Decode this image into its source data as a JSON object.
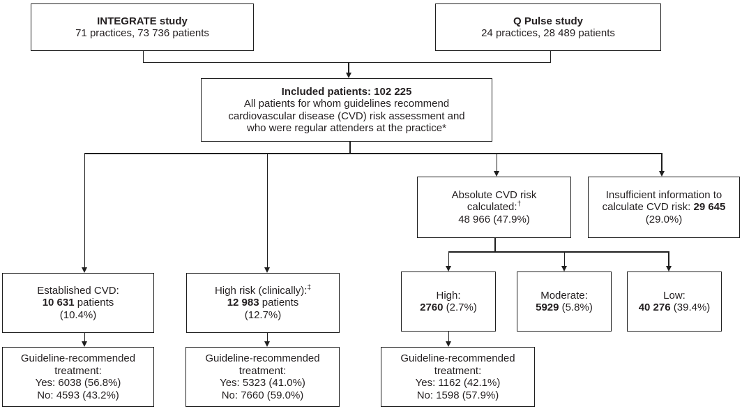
{
  "figure_type": "study-flow-diagram",
  "colors": {
    "line": "#1f1f1f",
    "text": "#231f20",
    "box_background": "#ffffff",
    "page_background": "#ffffff"
  },
  "boxes": {
    "integrate_study": {
      "lines": [
        [
          {
            "t": "INTEGRATE study",
            "b": true
          }
        ],
        [
          {
            "t": "71 practices, 73 736 patients"
          }
        ]
      ]
    },
    "q_pulse_study": {
      "lines": [
        [
          {
            "t": "Q Pulse study",
            "b": true
          }
        ],
        [
          {
            "t": "24 practices, 28 489 patients"
          }
        ]
      ]
    },
    "included_patients": {
      "lines": [
        [
          {
            "t": "Included patients: 102 225",
            "b": true
          }
        ],
        [
          {
            "t": "All patients for whom guidelines recommend"
          }
        ],
        [
          {
            "t": "cardiovascular disease (CVD) risk assessment and"
          }
        ],
        [
          {
            "t": "who were regular attenders at the practice*"
          }
        ]
      ]
    },
    "absolute_cvd_risk": {
      "lines": [
        [
          {
            "t": "Absolute CVD risk"
          }
        ],
        [
          {
            "t": "calculated:"
          },
          {
            "t": "†",
            "sup": true
          }
        ],
        [
          {
            "t": "48 966 (47.9%)"
          }
        ]
      ]
    },
    "insufficient_information": {
      "lines": [
        [
          {
            "t": "Insufficient information to"
          }
        ],
        [
          {
            "t": "calculate CVD risk: "
          },
          {
            "t": "29 645",
            "b": true
          }
        ],
        [
          {
            "t": "(29.0%)"
          }
        ]
      ]
    },
    "established_cvd": {
      "lines": [
        [
          {
            "t": "Established CVD:"
          }
        ],
        [
          {
            "t": "10 631",
            "b": true
          },
          {
            "t": " patients"
          }
        ],
        [
          {
            "t": "(10.4%)"
          }
        ]
      ]
    },
    "high_risk_clinically": {
      "lines": [
        [
          {
            "t": "High risk (clinically):"
          },
          {
            "t": "‡",
            "sup": true
          }
        ],
        [
          {
            "t": "12 983",
            "b": true
          },
          {
            "t": " patients"
          }
        ],
        [
          {
            "t": "(12.7%)"
          }
        ]
      ]
    },
    "risk_high": {
      "lines": [
        [
          {
            "t": "High:"
          }
        ],
        [
          {
            "t": "2760",
            "b": true
          },
          {
            "t": " (2.7%)"
          }
        ]
      ]
    },
    "risk_moderate": {
      "lines": [
        [
          {
            "t": "Moderate:"
          }
        ],
        [
          {
            "t": "5929",
            "b": true
          },
          {
            "t": " (5.8%)"
          }
        ]
      ]
    },
    "risk_low": {
      "lines": [
        [
          {
            "t": "Low:"
          }
        ],
        [
          {
            "t": "40 276",
            "b": true
          },
          {
            "t": " (39.4%)"
          }
        ]
      ]
    },
    "treatment_established": {
      "lines": [
        [
          {
            "t": "Guideline-recommended"
          }
        ],
        [
          {
            "t": "treatment:"
          }
        ],
        [
          {
            "t": "Yes: 6038 (56.8%)"
          }
        ],
        [
          {
            "t": "No: 4593 (43.2%)"
          }
        ]
      ]
    },
    "treatment_high_risk": {
      "lines": [
        [
          {
            "t": "Guideline-recommended"
          }
        ],
        [
          {
            "t": "treatment:"
          }
        ],
        [
          {
            "t": "Yes: 5323 (41.0%)"
          }
        ],
        [
          {
            "t": "No: 7660 (59.0%)"
          }
        ]
      ]
    },
    "treatment_risk_high": {
      "lines": [
        [
          {
            "t": "Guideline-recommended"
          }
        ],
        [
          {
            "t": "treatment:"
          }
        ],
        [
          {
            "t": "Yes: 1162 (42.1%)"
          }
        ],
        [
          {
            "t": "No: 1598 (57.9%)"
          }
        ]
      ]
    }
  }
}
